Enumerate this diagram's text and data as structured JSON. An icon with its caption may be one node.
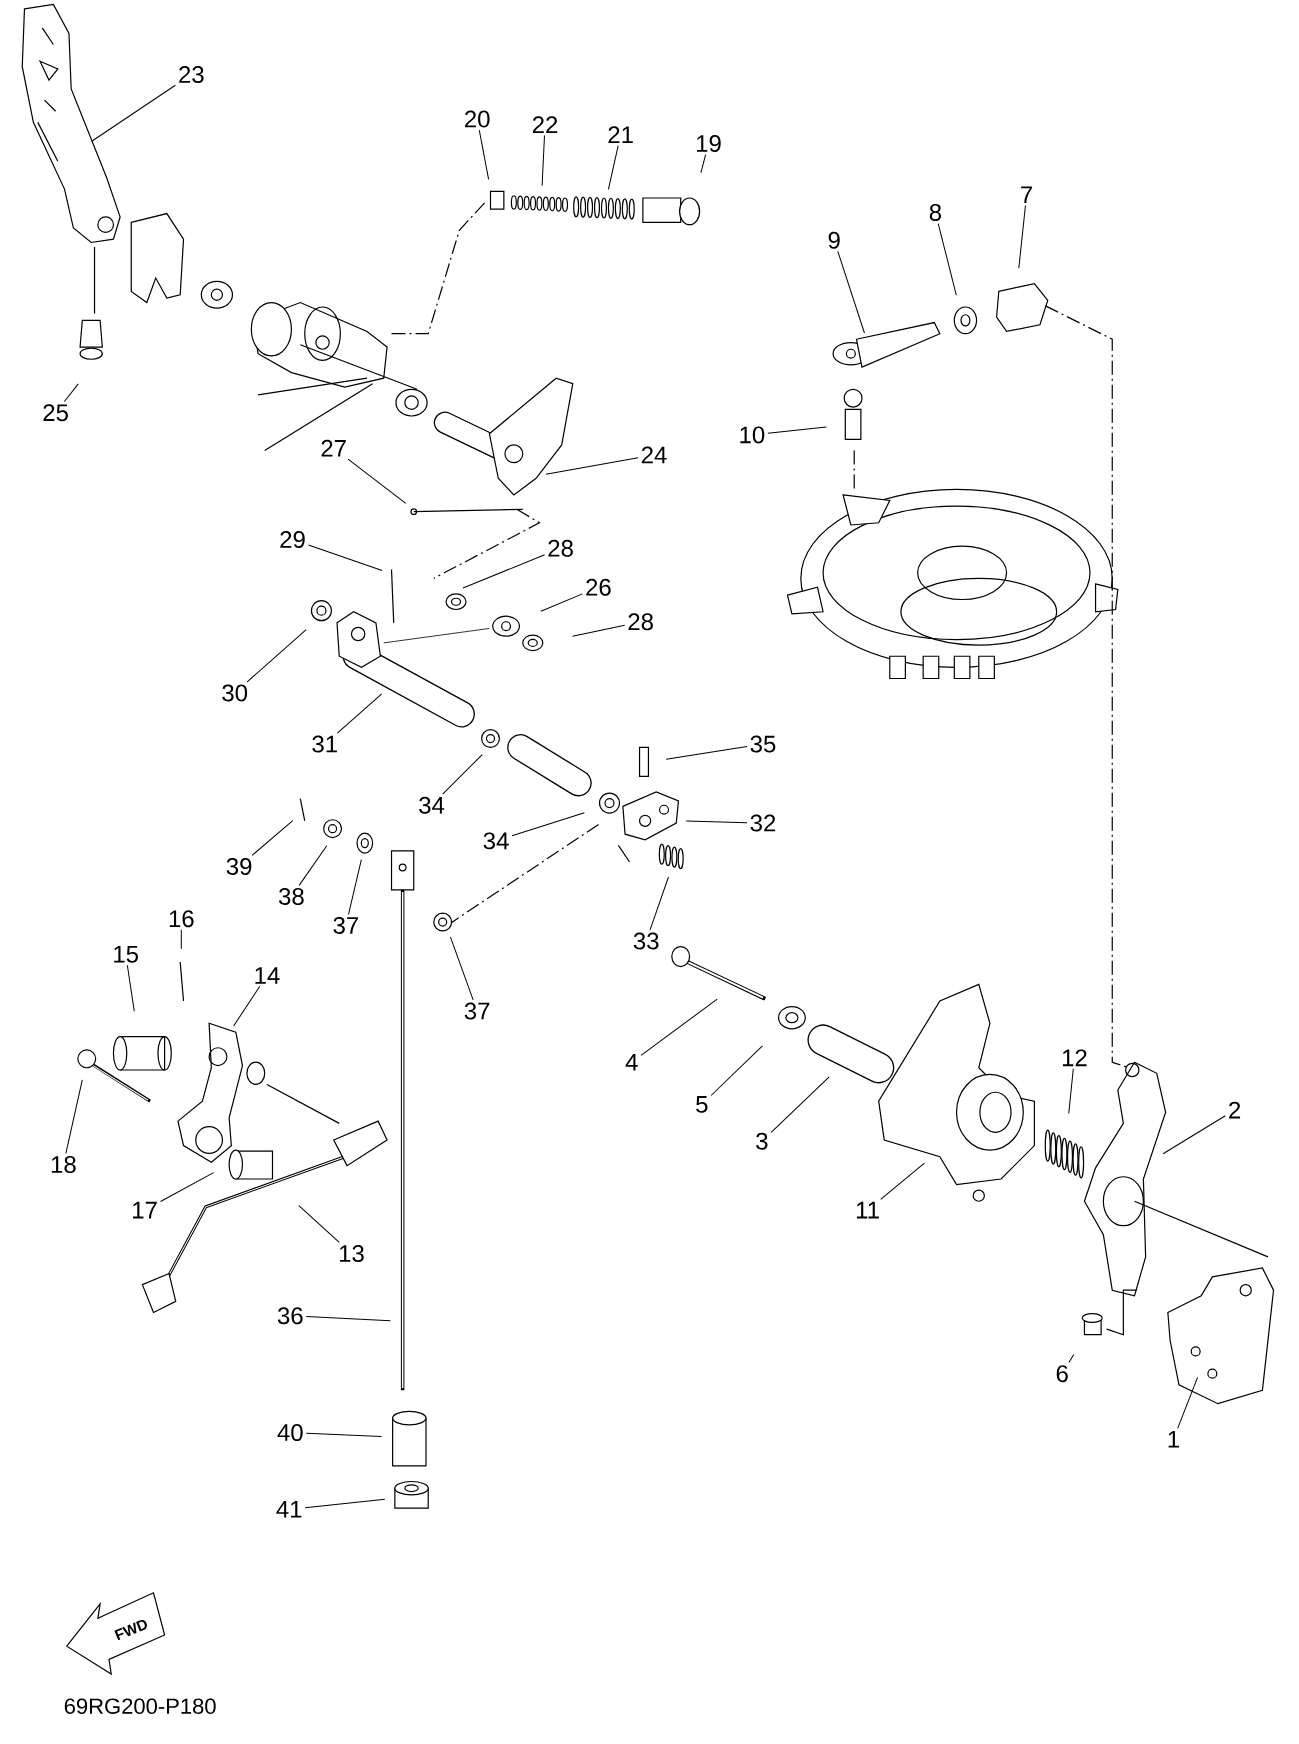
{
  "diagram": {
    "nodes": [
      {
        "text": [
          "23"
        ]
      },
      {
        "text": [
          "20"
        ]
      },
      {
        "text": [
          "22"
        ]
      },
      {
        "text": [
          "21"
        ]
      },
      {
        "text": [
          "19"
        ]
      },
      {
        "text": [
          "9"
        ]
      },
      {
        "text": [
          "8"
        ]
      },
      {
        "text": [
          "7"
        ]
      },
      {
        "text": [
          "25"
        ]
      },
      {
        "text": [
          "10"
        ]
      },
      {
        "text": [
          "27"
        ]
      },
      {
        "text": [
          "24"
        ]
      },
      {
        "text": [
          "29"
        ]
      },
      {
        "text": [
          "28"
        ]
      },
      {
        "text": [
          "26"
        ]
      },
      {
        "text": [
          "28"
        ]
      },
      {
        "text": [
          "30"
        ]
      },
      {
        "text": [
          "31"
        ]
      },
      {
        "text": [
          "35"
        ]
      },
      {
        "text": [
          "34"
        ]
      },
      {
        "text": [
          "32"
        ]
      },
      {
        "text": [
          "34"
        ]
      },
      {
        "text": [
          "39"
        ]
      },
      {
        "text": [
          "38"
        ]
      },
      {
        "text": [
          "37"
        ]
      },
      {
        "text": [
          "33"
        ]
      },
      {
        "text": [
          "16"
        ]
      },
      {
        "text": [
          "15"
        ]
      },
      {
        "text": [
          "14"
        ]
      },
      {
        "text": [
          "37"
        ]
      },
      {
        "text": [
          "4"
        ]
      },
      {
        "text": [
          "12"
        ]
      },
      {
        "text": [
          "2"
        ]
      },
      {
        "text": [
          "5"
        ]
      },
      {
        "text": [
          "3"
        ]
      },
      {
        "text": [
          "18"
        ]
      },
      {
        "text": [
          "11"
        ]
      },
      {
        "text": [
          "17"
        ]
      },
      {
        "text": [
          "13"
        ]
      },
      {
        "text": [
          "36"
        ]
      },
      {
        "text": [
          "6"
        ]
      },
      {
        "text": [
          "1"
        ]
      },
      {
        "text": [
          "40"
        ]
      },
      {
        "text": [
          "41"
        ]
      }
    ],
    "edges": [
      {
        "from": 0,
        "to": null,
        "arrow": "none"
      },
      {
        "from": 1,
        "to": null,
        "arrow": "none"
      },
      {
        "from": 2,
        "to": null,
        "arrow": "none"
      },
      {
        "from": 3,
        "to": null,
        "arrow": "none"
      },
      {
        "from": 4,
        "to": null,
        "arrow": "none"
      },
      {
        "from": 5,
        "to": null,
        "arrow": "none"
      },
      {
        "from": 6,
        "to": null,
        "arrow": "none"
      },
      {
        "from": 7,
        "to": null,
        "arrow": "none"
      },
      {
        "from": 8,
        "to": null,
        "arrow": "none"
      },
      {
        "from": 9,
        "to": null,
        "arrow": "none"
      },
      {
        "from": 10,
        "to": null,
        "arrow": "none"
      },
      {
        "from": 11,
        "to": null,
        "arrow": "none"
      },
      {
        "from": 12,
        "to": null,
        "arrow": "none"
      },
      {
        "from": 13,
        "to": null,
        "arrow": "none"
      },
      {
        "from": 14,
        "to": null,
        "arrow": "none"
      },
      {
        "from": 15,
        "to": null,
        "arrow": "none"
      },
      {
        "from": 16,
        "to": null,
        "arrow": "none"
      },
      {
        "from": 17,
        "to": null,
        "arrow": "none"
      },
      {
        "from": 18,
        "to": null,
        "arrow": "none"
      },
      {
        "from": 19,
        "to": null,
        "arrow": "none"
      },
      {
        "from": 20,
        "to": null,
        "arrow": "none"
      },
      {
        "from": 21,
        "to": null,
        "arrow": "none"
      },
      {
        "from": 22,
        "to": null,
        "arrow": "none"
      },
      {
        "from": 23,
        "to": null,
        "arrow": "none"
      },
      {
        "from": 24,
        "to": null,
        "arrow": "none"
      },
      {
        "from": 25,
        "to": null,
        "arrow": "none"
      },
      {
        "from": 26,
        "to": null,
        "arrow": "none"
      },
      {
        "from": 27,
        "to": null,
        "arrow": "none"
      },
      {
        "from": 28,
        "to": null,
        "arrow": "none"
      },
      {
        "from": 29,
        "to": null,
        "arrow": "none"
      },
      {
        "from": 30,
        "to": null,
        "arrow": "none"
      },
      {
        "from": 31,
        "to": null,
        "arrow": "none"
      },
      {
        "from": 32,
        "to": null,
        "arrow": "none"
      },
      {
        "from": 33,
        "to": null,
        "arrow": "none"
      },
      {
        "from": 34,
        "to": null,
        "arrow": "none"
      },
      {
        "from": 35,
        "to": null,
        "arrow": "none"
      },
      {
        "from": 36,
        "to": null,
        "arrow": "none"
      },
      {
        "from": 37,
        "to": null,
        "arrow": "none"
      },
      {
        "from": 38,
        "to": null,
        "arrow": "none"
      },
      {
        "from": 39,
        "to": null,
        "arrow": "none"
      },
      {
        "from": 40,
        "to": null,
        "arrow": "none"
      },
      {
        "from": 41,
        "to": null,
        "arrow": "none"
      },
      {
        "from": 42,
        "to": null,
        "arrow": "none"
      },
      {
        "from": 43,
        "to": null,
        "arrow": "none"
      }
    ],
    "labels": [
      "FWD",
      "69RG200-P180"
    ]
  }
}
